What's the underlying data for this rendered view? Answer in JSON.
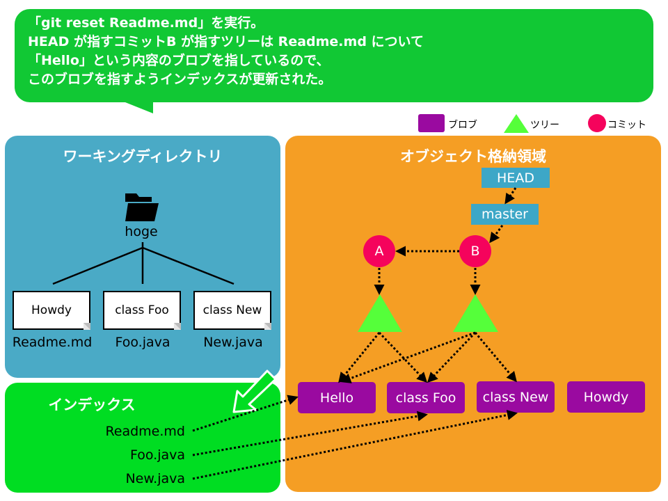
{
  "callout": {
    "line1": "「git reset Readme.md」を実行。",
    "line2": "HEAD が指すコミットB が指すツリーは Readme.md について",
    "line3": "「Hello」という内容のブロブを指しているので、",
    "line4": "このブロブを指すようインデックスが更新された。"
  },
  "legend": {
    "blob_label": "ブロブ",
    "tree_label": "ツリー",
    "commit_label": "コミット"
  },
  "working_dir": {
    "title": "ワーキングディレクトリ",
    "folder_name": "hoge",
    "files": [
      {
        "content": "Howdy",
        "name": "Readme.md"
      },
      {
        "content": "class Foo",
        "name": "Foo.java"
      },
      {
        "content": "class New",
        "name": "New.java"
      }
    ]
  },
  "index": {
    "title": "インデックス",
    "entries": [
      "Readme.md",
      "Foo.java",
      "New.java"
    ]
  },
  "object_store": {
    "title": "オブジェクト格納領域",
    "head_label": "HEAD",
    "branch_label": "master",
    "commits": [
      "A",
      "B"
    ],
    "blobs": [
      "Hello",
      "class Foo",
      "class New",
      "Howdy"
    ]
  },
  "colors": {
    "callout": "#11c834",
    "working_dir": "#4aaac6",
    "index": "#00dd22",
    "object_store": "#f59e24",
    "blob": "#9a0aa0",
    "tree": "#55ff3a",
    "commit": "#f5035c",
    "ref": "#3da7c7"
  }
}
